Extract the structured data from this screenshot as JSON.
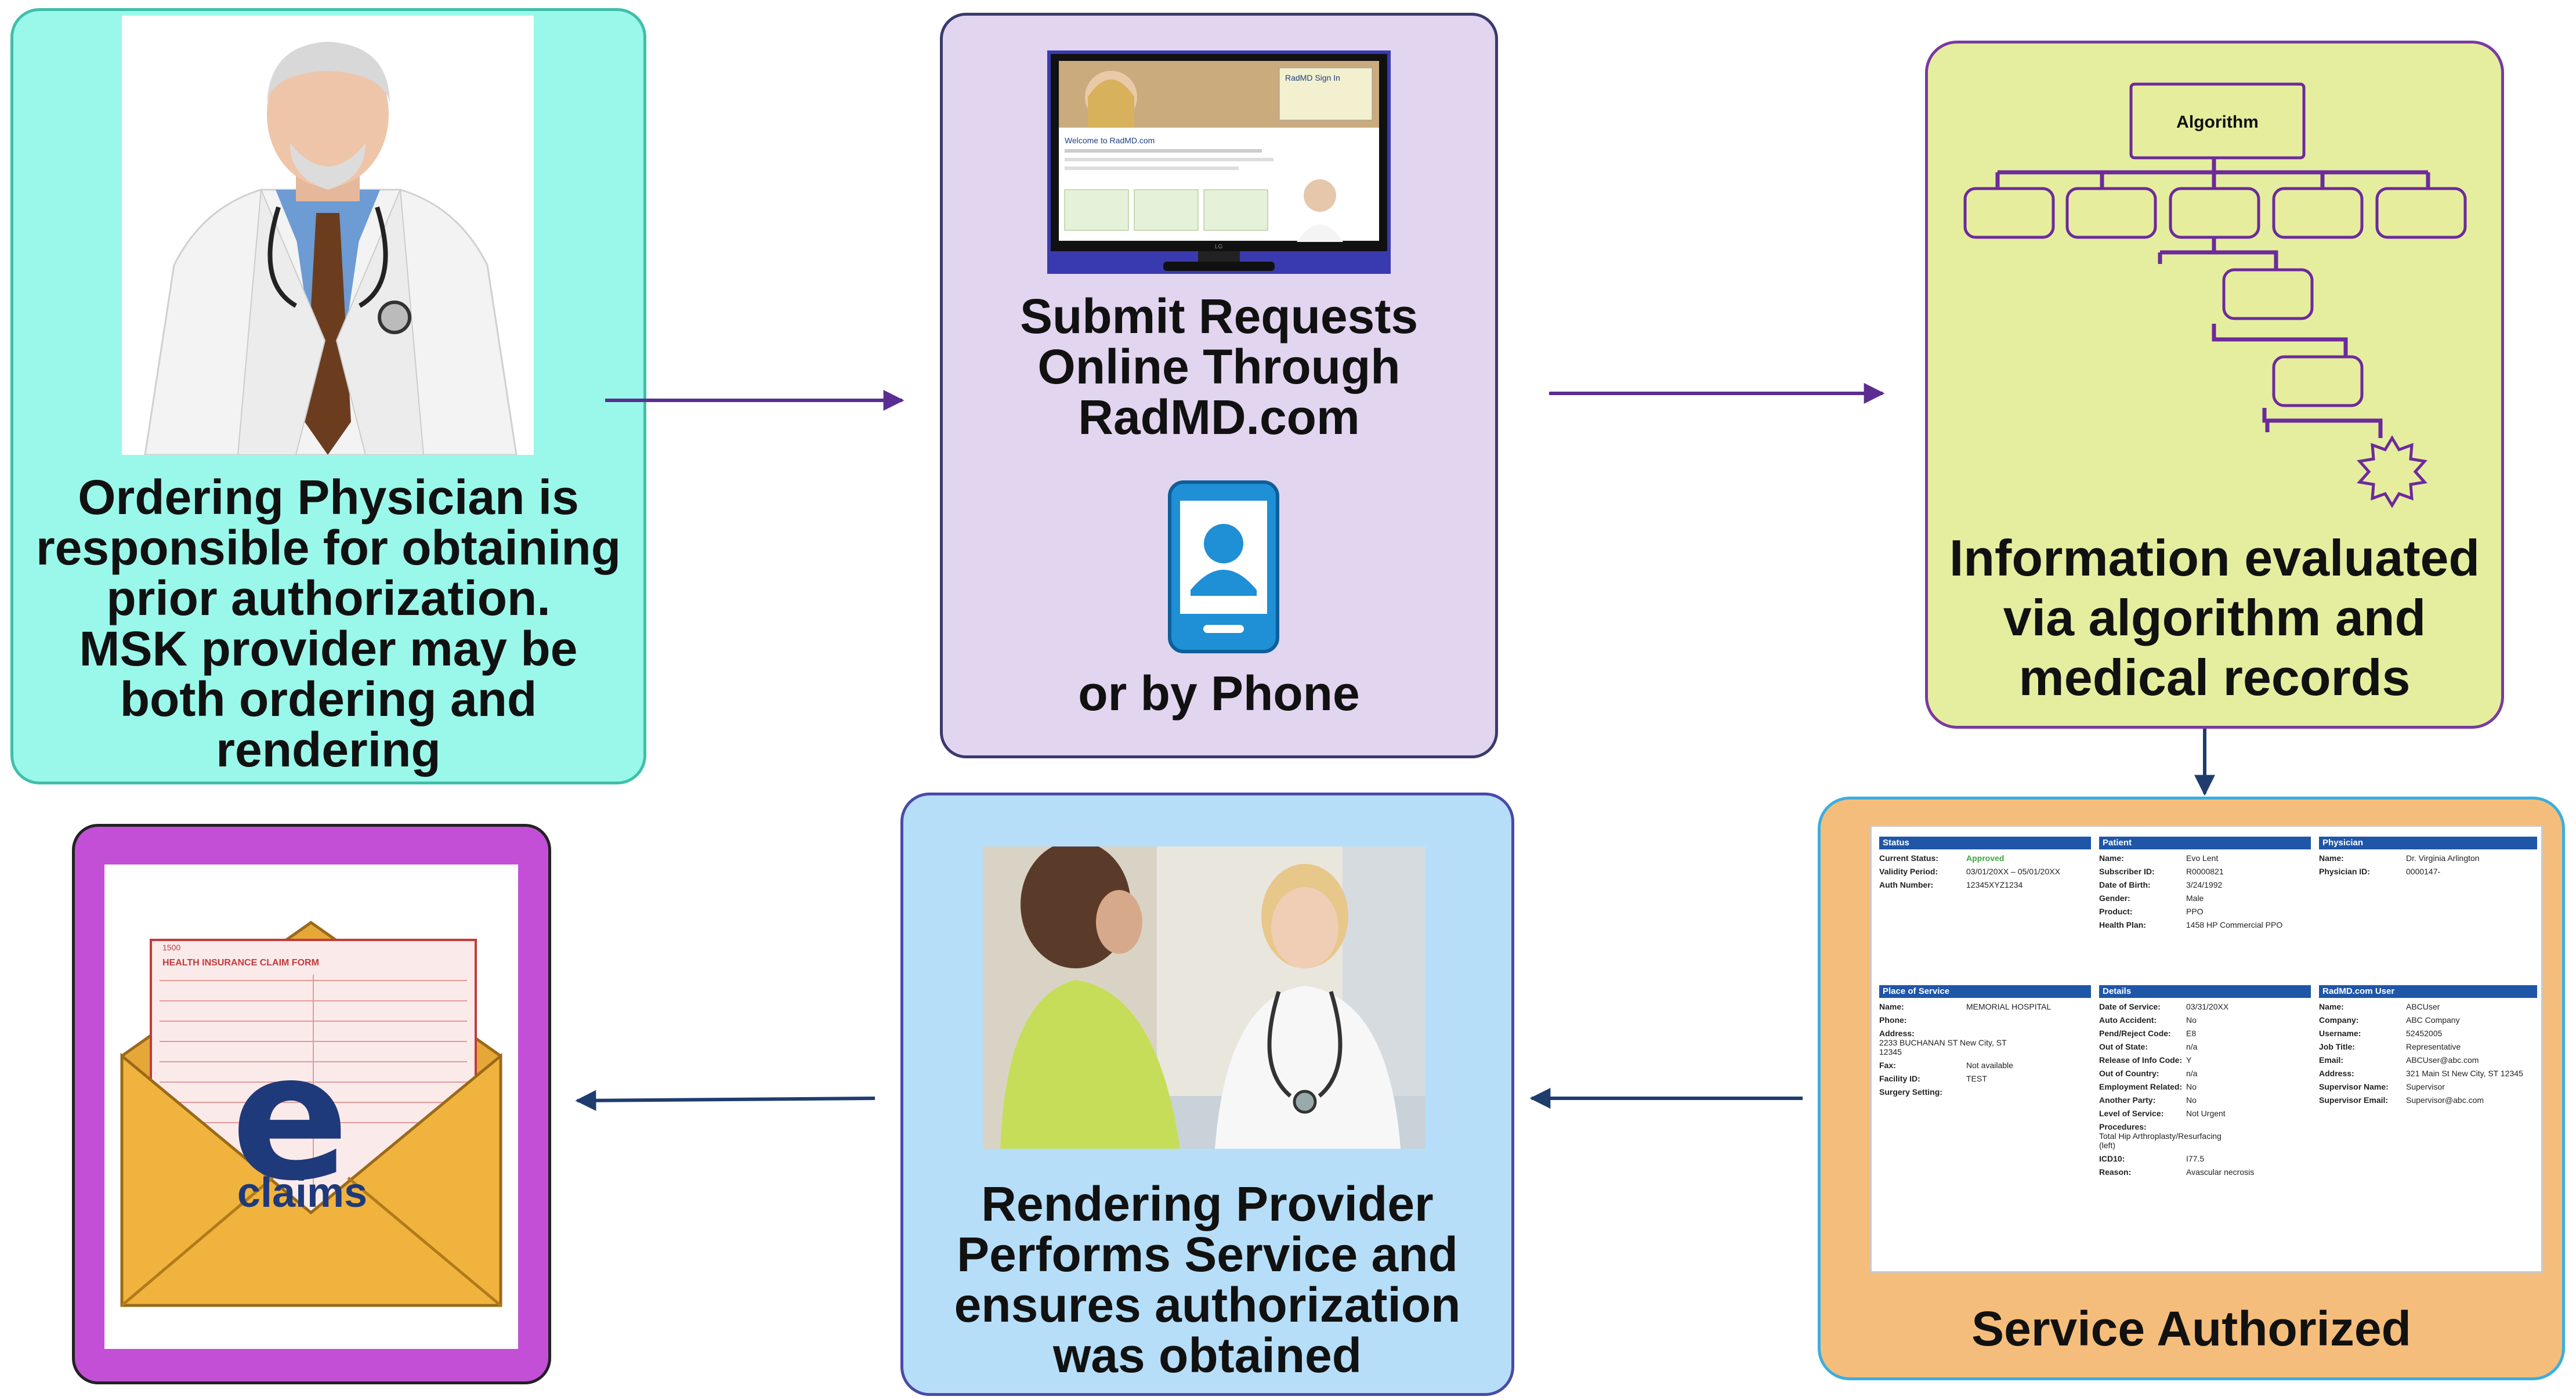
{
  "colors": {
    "box1_fill": "#99f8ea",
    "box2_fill": "#e2d5f0",
    "box3_fill": "#e5ee9e",
    "box4_fill": "#f5bd7b",
    "box5_fill": "#b6def8",
    "box6_fill": "#c24fd6",
    "arrow": "#5b2d91",
    "arrow_dark": "#1f3c6e",
    "algorithm_line": "#6d2a9c"
  },
  "boxes": {
    "ordering": {
      "lines": [
        "Ordering Physician is",
        "responsible for obtaining",
        "prior authorization.",
        "MSK provider may be",
        "both ordering and",
        "rendering"
      ]
    },
    "submit": {
      "lines": [
        "Submit Requests",
        "Online Through",
        "RadMD.com"
      ],
      "phone_text": "or by Phone",
      "screen": {
        "welcome": "Welcome to RadMD.com",
        "signin": "RadMD Sign In",
        "brand": "LG"
      }
    },
    "evaluate": {
      "algorithm_label": "Algorithm",
      "lines": [
        "Information evaluated",
        "via algorithm and",
        "medical records"
      ]
    },
    "authorized": {
      "title": "Service Authorized",
      "sections": [
        {
          "header": "Status",
          "rows": [
            {
              "k": "Current Status:",
              "v": "Approved",
              "green": true
            },
            {
              "k": "Validity Period:",
              "v": "03/01/20XX – 05/01/20XX"
            },
            {
              "k": "Auth Number:",
              "v": "12345XYZ1234"
            }
          ]
        },
        {
          "header": "Patient",
          "rows": [
            {
              "k": "Name:",
              "v": "Evo Lent"
            },
            {
              "k": "Subscriber ID:",
              "v": "R0000821"
            },
            {
              "k": "Date of Birth:",
              "v": "3/24/1992"
            },
            {
              "k": "Gender:",
              "v": "Male"
            },
            {
              "k": "Product:",
              "v": "PPO"
            },
            {
              "k": "Health Plan:",
              "v": "1458 HP      Commercial PPO"
            }
          ]
        },
        {
          "header": "Physician",
          "rows": [
            {
              "k": "Name:",
              "v": "Dr. Virginia Arlington"
            },
            {
              "k": "Physician ID:",
              "v": "0000147-"
            }
          ]
        },
        {
          "header": "Place of Service",
          "rows": [
            {
              "k": "Name:",
              "v": "MEMORIAL HOSPITAL"
            },
            {
              "k": "Phone:",
              "v": ""
            },
            {
              "k": "Address:",
              "v": "2233 BUCHANAN ST New City, ST 12345"
            },
            {
              "k": "Fax:",
              "v": "Not available"
            },
            {
              "k": "Facility ID:",
              "v": "TEST"
            },
            {
              "k": "Surgery Setting:",
              "v": ""
            }
          ]
        },
        {
          "header": "Details",
          "rows": [
            {
              "k": "Date of Service:",
              "v": "03/31/20XX"
            },
            {
              "k": "Auto Accident:",
              "v": "No"
            },
            {
              "k": "Pend/Reject Code:",
              "v": "E8"
            },
            {
              "k": "Out of State:",
              "v": "n/a"
            },
            {
              "k": "Release of Info Code:",
              "v": "Y"
            },
            {
              "k": "Out of Country:",
              "v": "n/a"
            },
            {
              "k": "Employment Related:",
              "v": "No"
            },
            {
              "k": "Another Party:",
              "v": "No"
            },
            {
              "k": "Level of Service:",
              "v": "Not Urgent"
            },
            {
              "k": "Procedures:",
              "v": "Total Hip Arthroplasty/Resurfacing (left)"
            },
            {
              "k": "ICD10:",
              "v": "I77.5"
            },
            {
              "k": "Reason:",
              "v": "Avascular necrosis"
            }
          ]
        },
        {
          "header": "RadMD.com User",
          "rows": [
            {
              "k": "Name:",
              "v": "ABCUser"
            },
            {
              "k": "Company:",
              "v": "ABC Company"
            },
            {
              "k": "Username:",
              "v": "52452005"
            },
            {
              "k": "Job Title:",
              "v": "Representative"
            },
            {
              "k": "Email:",
              "v": "ABCUser@abc.com"
            },
            {
              "k": "Address:",
              "v": "321 Main St New City, ST 12345"
            },
            {
              "k": "Supervisor Name:",
              "v": "Supervisor"
            },
            {
              "k": "Supervisor Email:",
              "v": "Supervisor@abc.com"
            }
          ]
        }
      ]
    },
    "rendering": {
      "lines": [
        "Rendering Provider",
        "Performs Service and",
        "ensures authorization",
        "was obtained"
      ]
    },
    "claims": {
      "e_letter": "e",
      "word": "claims",
      "form_title": "HEALTH INSURANCE CLAIM FORM",
      "form_code": "1500"
    }
  }
}
